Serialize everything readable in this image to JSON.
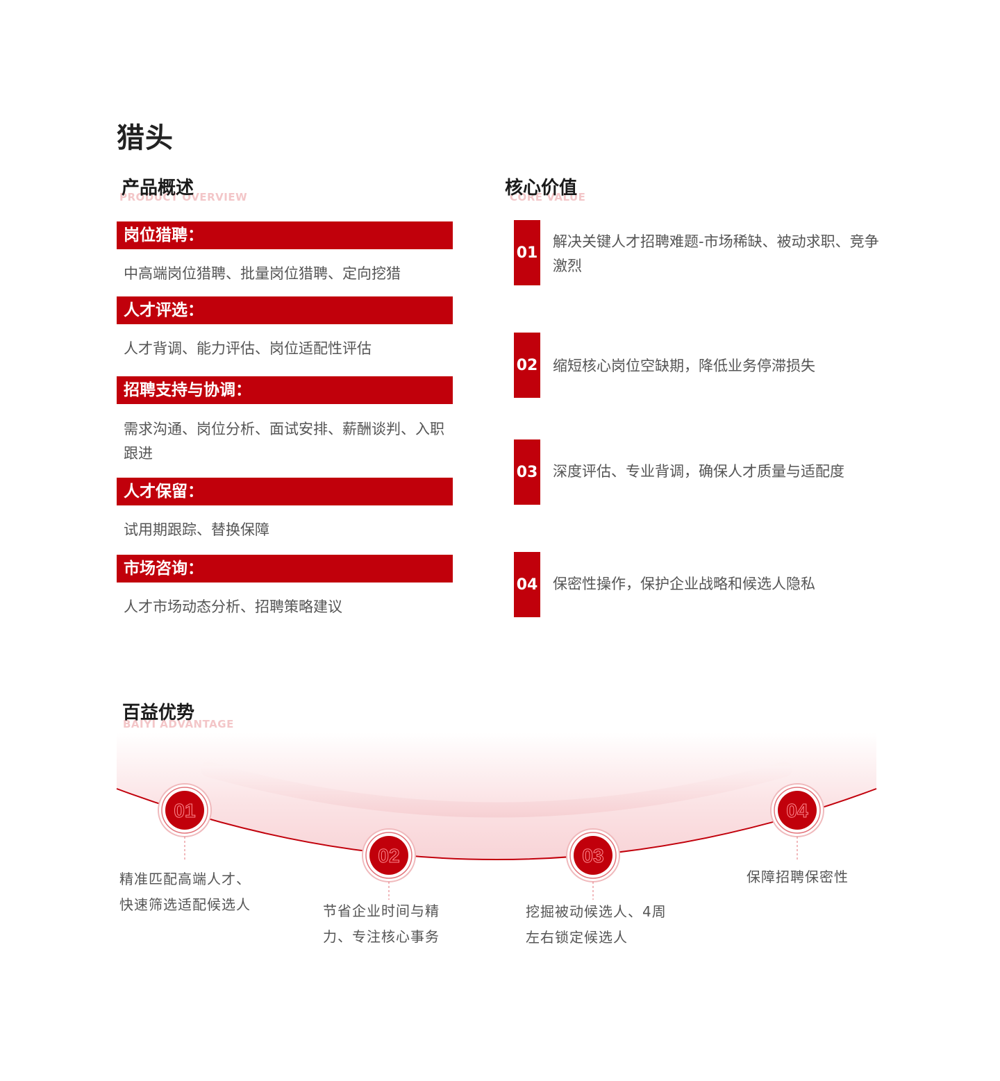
{
  "page": {
    "title": "猎头"
  },
  "overview": {
    "title_cn": "产品概述",
    "title_en": "PRODUCT OVERVIEW",
    "items": [
      {
        "label": "岗位猎聘：",
        "desc": "中高端岗位猎聘、批量岗位猎聘、定向挖猎"
      },
      {
        "label": "人才评选：",
        "desc": "人才背调、能力评估、岗位适配性评估"
      },
      {
        "label": "招聘支持与协调：",
        "desc": "需求沟通、岗位分析、面试安排、薪酬谈判、入职跟进"
      },
      {
        "label": "人才保留：",
        "desc": "试用期跟踪、替换保障"
      },
      {
        "label": "市场咨询：",
        "desc": "人才市场动态分析、招聘策略建议"
      }
    ]
  },
  "core_value": {
    "title_cn": "核心价值",
    "title_en": "CORE VALUE",
    "items": [
      {
        "num": "01",
        "text": "解决关键人才招聘难题-市场稀缺、被动求职、竞争激烈"
      },
      {
        "num": "02",
        "text": "缩短核心岗位空缺期，降低业务停滞损失"
      },
      {
        "num": "03",
        "text": "深度评估、专业背调，确保人才质量与适配度"
      },
      {
        "num": "04",
        "text": "保密性操作，保护企业战略和候选人隐私"
      }
    ]
  },
  "advantage": {
    "title_cn": "百益优势",
    "title_en": "BAIYI ADVANTAGE",
    "items": [
      {
        "num": "01",
        "line1": "精准匹配高端人才、",
        "line2": "快速筛选适配候选人"
      },
      {
        "num": "02",
        "line1": "节省企业时间与精",
        "line2": "力、专注核心事务"
      },
      {
        "num": "03",
        "line1": "挖掘被动候选人、4周",
        "line2": "左右锁定候选人"
      },
      {
        "num": "04",
        "line1": "保障招聘保密性",
        "line2": ""
      }
    ]
  },
  "colors": {
    "accent": "#c1000b",
    "title_en": "#f3c6c8",
    "text": "#555555"
  }
}
